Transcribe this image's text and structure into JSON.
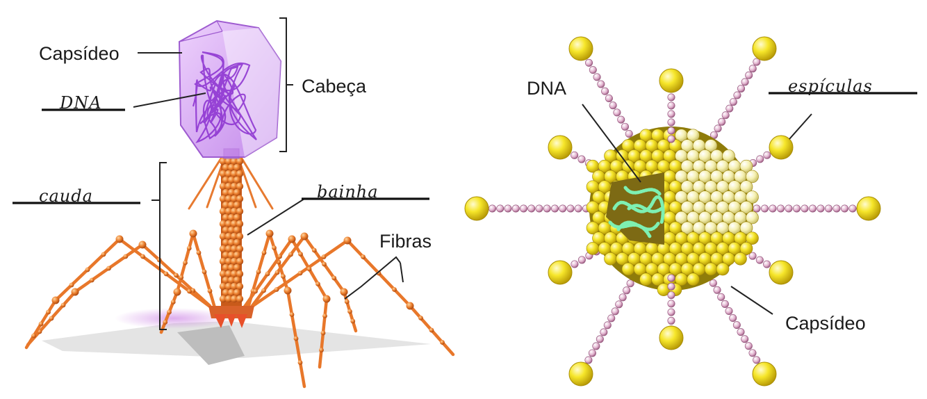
{
  "bacteriophage": {
    "labels": {
      "capsid": "Capsídeo",
      "head": "Cabeça",
      "fibers": "Fibras"
    },
    "handwritten": {
      "dna": "DNA",
      "tail": "cauda",
      "sheath": "bainha"
    }
  },
  "adenovirus": {
    "labels": {
      "dna": "DNA",
      "capsid": "Capsídeo"
    },
    "handwritten": {
      "spicules": "espículas"
    }
  },
  "colors": {
    "capsid_purple": "#c98df0",
    "tail_orange": "#e8772a",
    "sphere_yellow": "#f4e31c",
    "spike_pink": "#d9a3c3",
    "dna_green": "#6fe2a6"
  }
}
